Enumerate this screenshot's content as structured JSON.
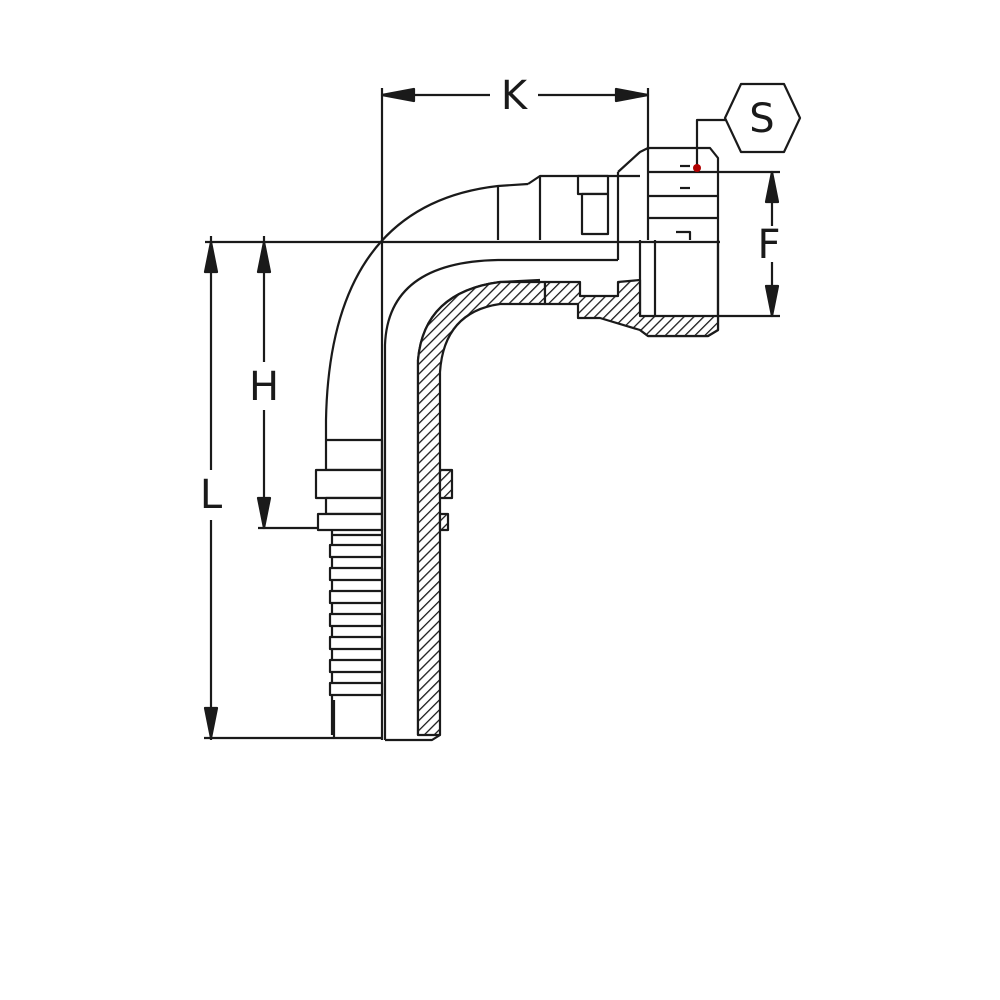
{
  "drawing": {
    "labels": {
      "K": "K",
      "S": "S",
      "F": "F",
      "H": "H",
      "L": "L"
    },
    "colors": {
      "line": "#1a1a1a",
      "paper": "#ffffff",
      "marker": "#b00000"
    }
  }
}
